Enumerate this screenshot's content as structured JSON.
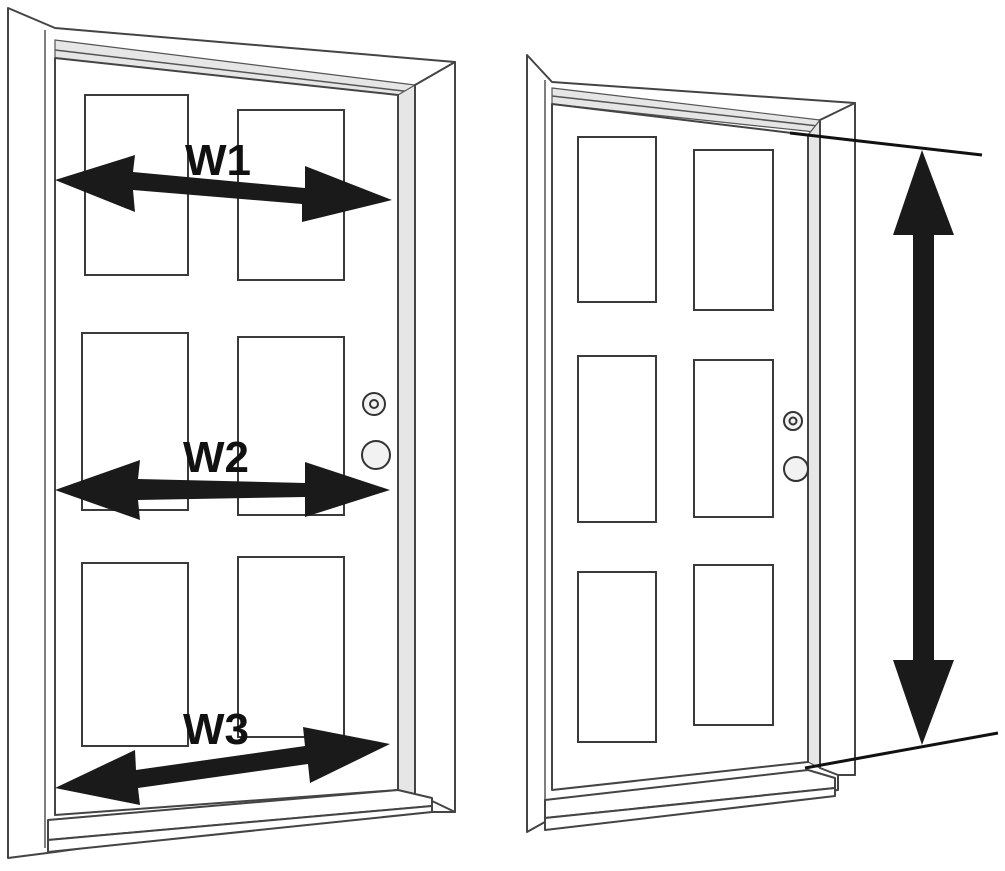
{
  "labels": {
    "w1": "W1",
    "w2": "W2",
    "w3": "W3"
  },
  "icons": {
    "width_arrow": "double-headed-horizontal-arrow",
    "height_arrow": "double-headed-vertical-arrow"
  },
  "colors": {
    "line": "#333333",
    "arrow": "#1a1a1a",
    "background": "#ffffff"
  }
}
